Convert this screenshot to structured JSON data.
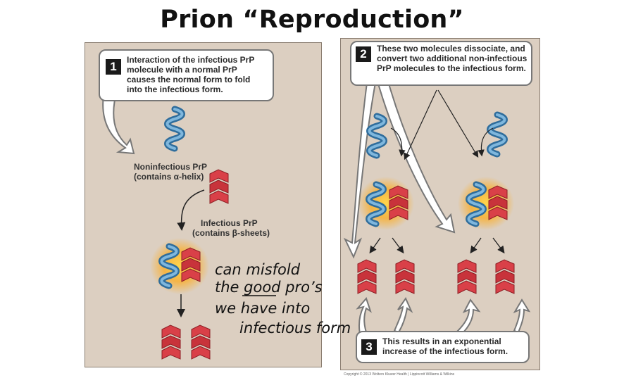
{
  "title": "Prion “Reproduction”",
  "step1": {
    "number": "1",
    "text": "Interaction of the infectious PrP molecule with a normal PrP causes the normal form to fold into the infectious form."
  },
  "step2": {
    "number": "2",
    "text": "These two molecules dissociate, and convert two additional non-infectious PrP molecules to the infectious form."
  },
  "step3": {
    "number": "3",
    "text": "This results in an exponential increase of the infectious form."
  },
  "labels": {
    "noninfectious_line1": "Noninfectious PrP",
    "noninfectious_line2": "(contains α-helix)",
    "infectious_line1": "Infectious PrP",
    "infectious_line2": "(contains β-sheets)"
  },
  "handwriting": {
    "line1": "can misfold",
    "line2": "the good pro’s",
    "line3": "we have into",
    "line4": "infectious form"
  },
  "copyright": "Copyright © 2013 Wolters Kluwer Health | Lippincott Williams & Wilkins",
  "colors": {
    "panel_bg": "#dccfc1",
    "helix": "#4a8fc0",
    "sheet": "#c8333b",
    "glow": "#f5a623"
  }
}
